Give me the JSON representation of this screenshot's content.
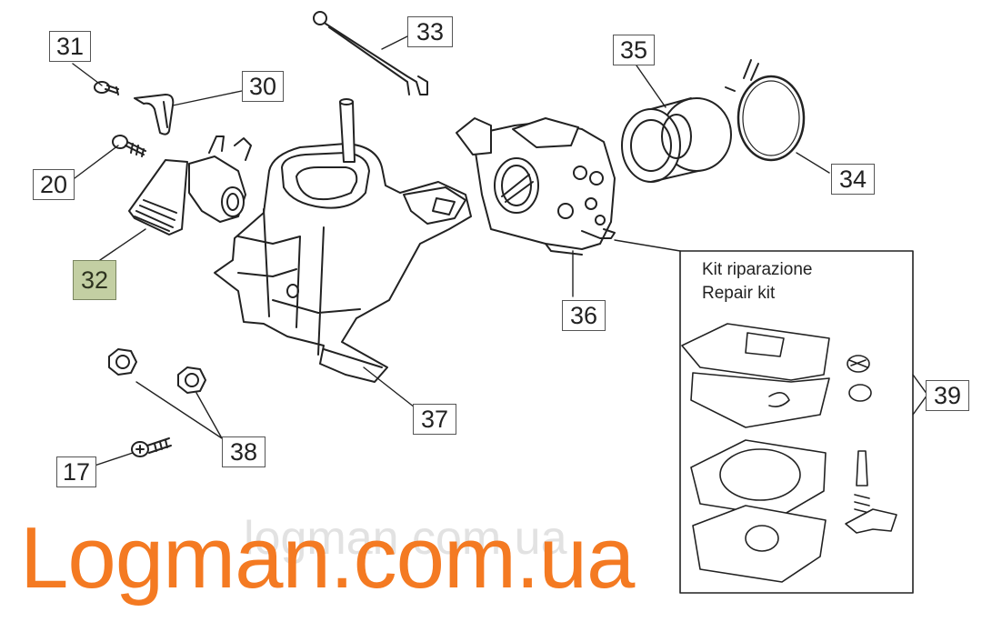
{
  "callouts": {
    "c31": "31",
    "c30": "30",
    "c33": "33",
    "c35": "35",
    "c34": "34",
    "c20": "20",
    "c32": "32",
    "c36": "36",
    "c37": "37",
    "c38": "38",
    "c17": "17",
    "c39": "39"
  },
  "kit": {
    "title_it": "Kit riparazione",
    "title_en": "Repair kit"
  },
  "watermark": {
    "brand": "Logman.com.ua",
    "faint": "logman.com.ua"
  },
  "colors": {
    "accent": "#f47a22",
    "highlight": "#c3cfa3",
    "line": "#222222"
  }
}
